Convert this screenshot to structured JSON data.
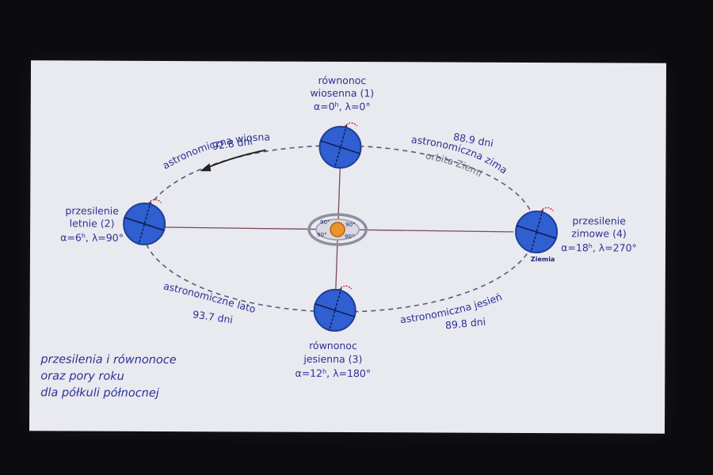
{
  "colors": {
    "text": "#2a3192",
    "earth": "#2f5fd0",
    "earth_stroke": "#1f3f95",
    "sun": "#e8962a",
    "orbit": "#565a78",
    "axes": "#7a4a5a",
    "rotation_arrow": "#cc2222"
  },
  "positions": {
    "top": {
      "name_line1": "równonoc",
      "name_line2": "wiosenna (1)",
      "coords_alpha": "α=0",
      "coords_lambda": ", λ=0°"
    },
    "left": {
      "name_line1": "przesilenie",
      "name_line2": "letnie (2)",
      "coords_alpha": "α=6",
      "coords_lambda": ", λ=90°"
    },
    "bottom": {
      "name_line1": "równonoc",
      "name_line2": "jesienna (3)",
      "coords_alpha": "α=12",
      "coords_lambda": ", λ=180°"
    },
    "right": {
      "name_line1": "przesilenie",
      "name_line2": "zimowe (4)",
      "coords_alpha": "α=18",
      "coords_lambda": ", λ=270°"
    },
    "hour_mark": "h"
  },
  "seasons": {
    "spring": {
      "days": "92.8 dni",
      "name": "astronomiczna wiosna"
    },
    "winter": {
      "days": "88.9 dni",
      "name": "astronomiczna zima"
    },
    "summer": {
      "name": "astronomiczne lato",
      "days": "93.7 dni"
    },
    "autumn": {
      "name": "astronomiczna jesień",
      "days": "89.8 dni"
    }
  },
  "orbit_label": "orbita Ziemi",
  "earth_label": "Ziemia",
  "sun_angles": {
    "tl": "90°",
    "tr": "90°",
    "bl": "90°",
    "br": "90°"
  },
  "caption": {
    "line1": "przesilenia i równonoce",
    "line2": "oraz pory roku",
    "line3": "dla półkuli północnej"
  }
}
